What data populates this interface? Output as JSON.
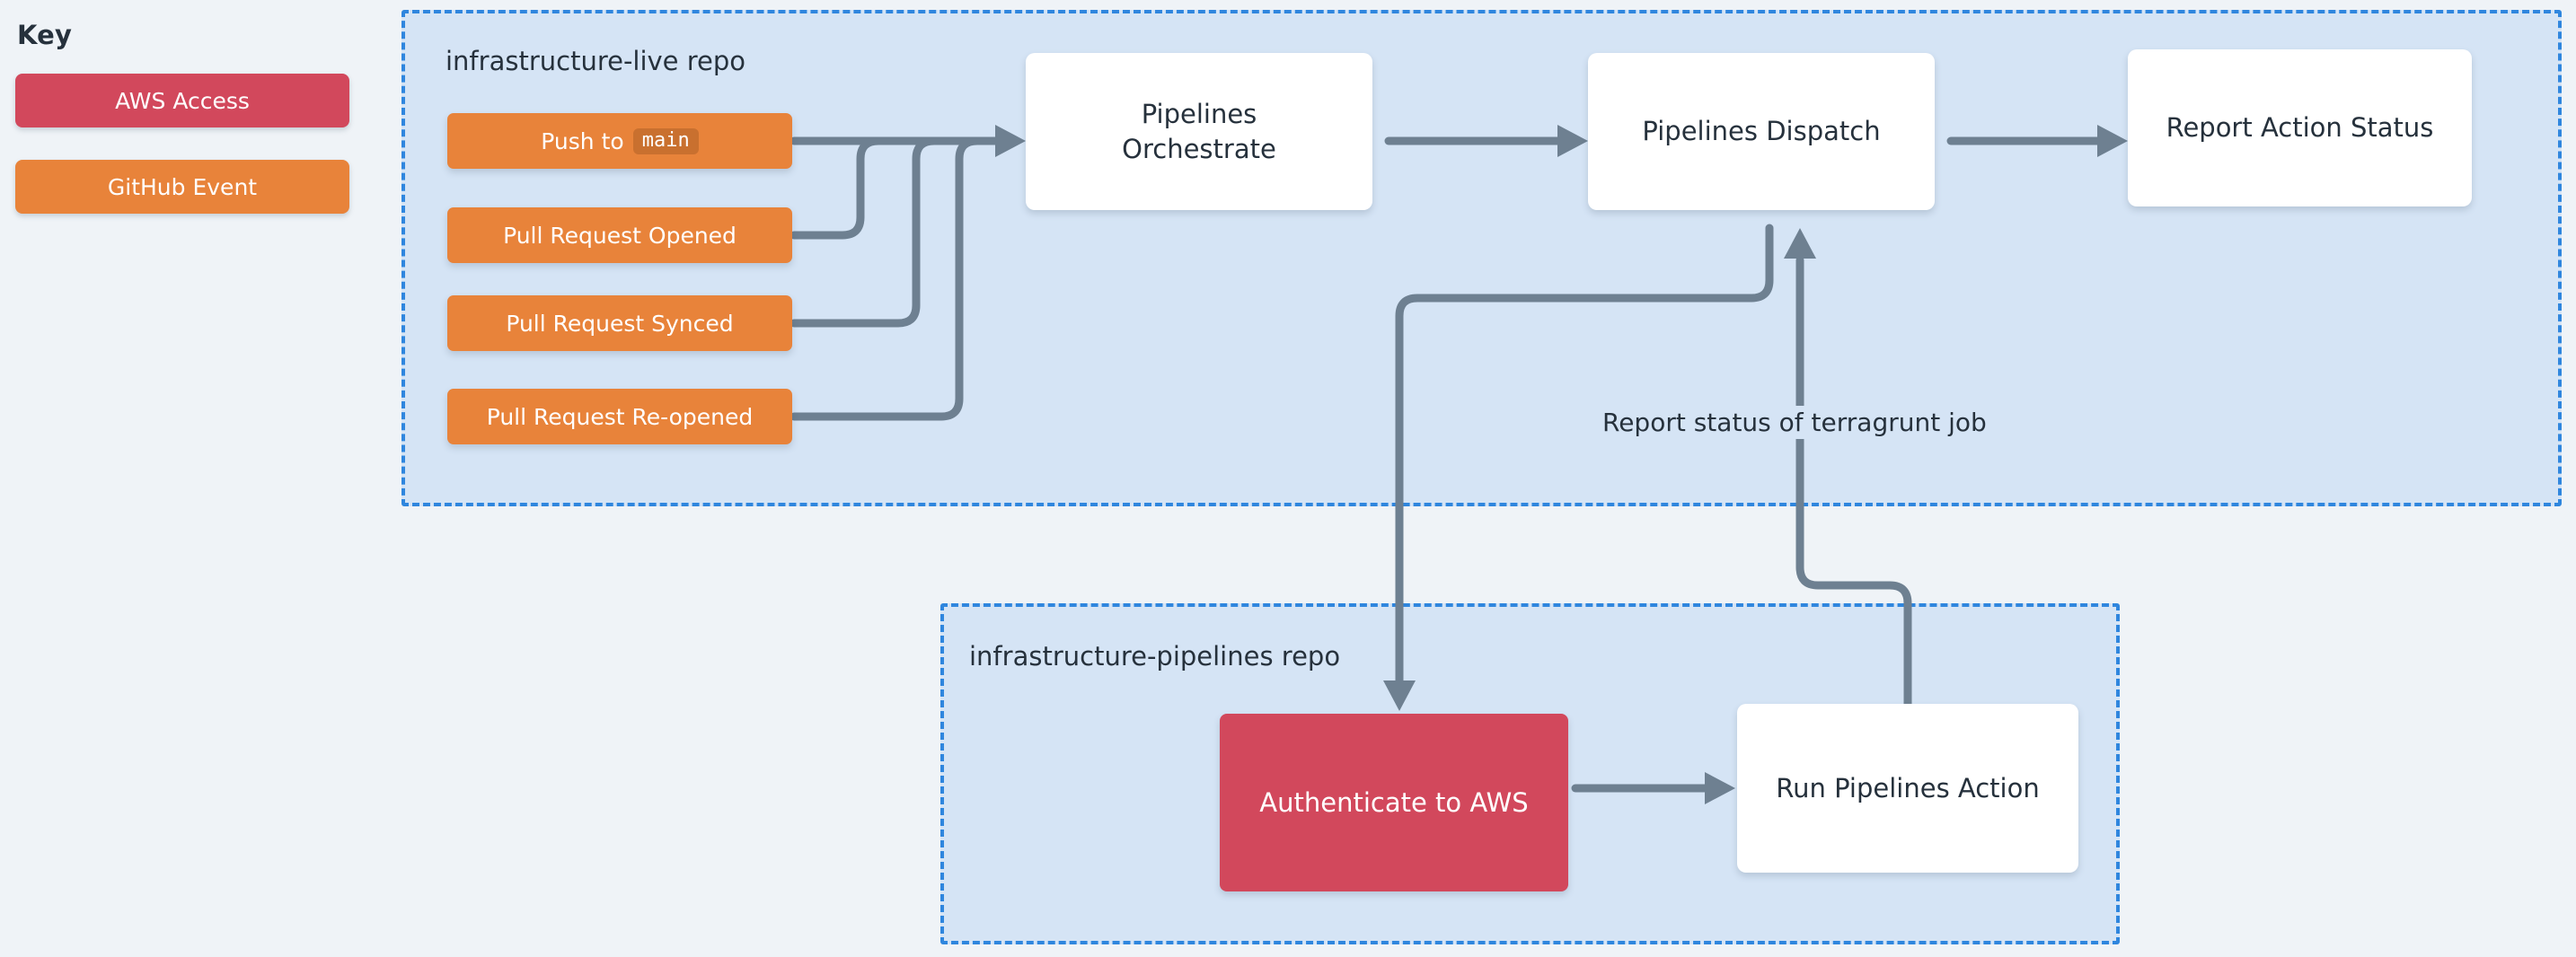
{
  "legend": {
    "title": "Key",
    "items": [
      {
        "label": "AWS Access",
        "color": "#D2485C",
        "kind": "aws-access"
      },
      {
        "label": "GitHub Event",
        "color": "#E8833A",
        "kind": "github-event"
      }
    ]
  },
  "containers": [
    {
      "id": "infrastructure-live",
      "title": "infrastructure-live repo",
      "border_color": "#2F86DE",
      "fill": "#D5E4F5"
    },
    {
      "id": "infrastructure-pipelines",
      "title": "infrastructure-pipelines repo",
      "border_color": "#2F86DE",
      "fill": "#D5E4F5"
    }
  ],
  "events": [
    {
      "id": "push-to-main",
      "label": "Push to",
      "code": "main"
    },
    {
      "id": "pull-request-opened",
      "label": "Pull Request Opened",
      "code": ""
    },
    {
      "id": "pull-request-synced",
      "label": "Pull Request Synced",
      "code": ""
    },
    {
      "id": "pull-request-reopened",
      "label": "Pull Request Re-opened",
      "code": ""
    }
  ],
  "nodes": {
    "pipelines_orchestrate": "Pipelines\nOrchestrate",
    "pipelines_orchestrate_line1": "Pipelines",
    "pipelines_orchestrate_line2": "Orchestrate",
    "pipelines_dispatch": "Pipelines Dispatch",
    "report_action_status": "Report Action Status",
    "authenticate_to_aws": "Authenticate to AWS",
    "run_pipelines_action": "Run Pipelines Action"
  },
  "edge_labels": {
    "report_status": "Report status of terragrunt job"
  },
  "colors": {
    "page_background": "#EFF3F7",
    "container_fill": "#D5E4F5",
    "container_border": "#2F86DE",
    "github_event": "#E8833A",
    "github_event_code": "#C9702F",
    "aws_access": "#D2485C",
    "node_fill": "#FFFFFF",
    "text": "#26313C",
    "connector": "#6E8091"
  }
}
